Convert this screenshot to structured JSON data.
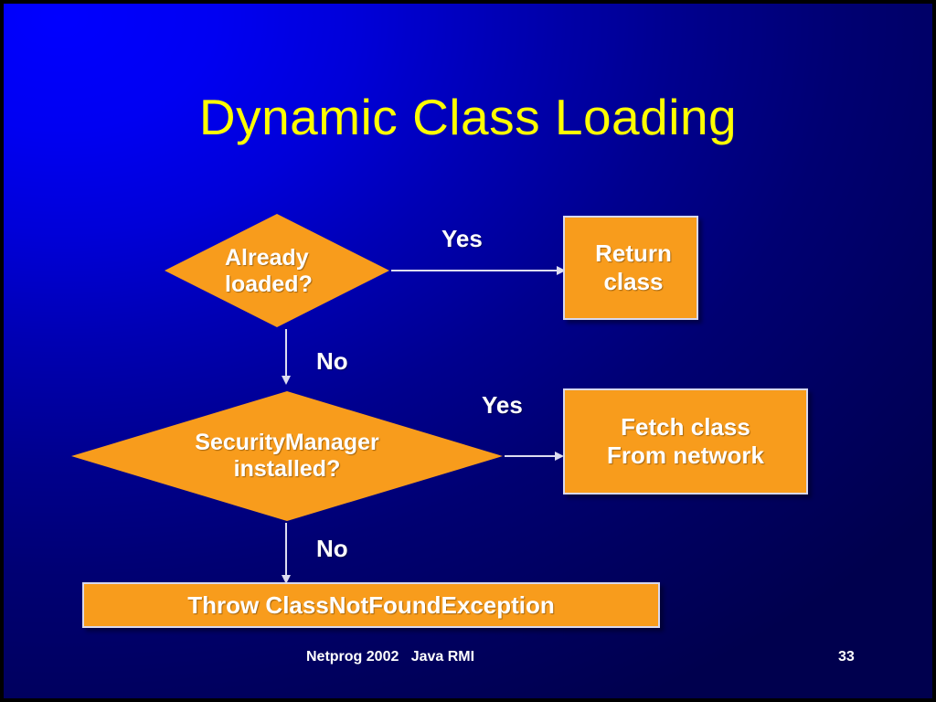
{
  "slide": {
    "title": "Dynamic Class Loading",
    "title_color": "#ffff00",
    "background_color_start": "#0000ff",
    "background_color_end": "#00004e",
    "shape_fill_color": "#f89c1c",
    "shape_text_color": "#ffffff",
    "connector_color": "#dcdcf0"
  },
  "flowchart": {
    "type": "decision-flow",
    "nodes": [
      {
        "id": "already-loaded",
        "shape": "diamond",
        "text": "Already\nloaded?"
      },
      {
        "id": "return-class",
        "shape": "rectangle",
        "text": "Return\nclass"
      },
      {
        "id": "security-manager",
        "shape": "diamond",
        "text": "SecurityManager\ninstalled?"
      },
      {
        "id": "fetch-class",
        "shape": "rectangle",
        "text": "Fetch class\nFrom network"
      },
      {
        "id": "throw-exception",
        "shape": "rectangle",
        "text": "Throw ClassNotFoundException"
      }
    ],
    "edges": [
      {
        "from": "already-loaded",
        "to": "return-class",
        "label": "Yes",
        "direction": "right"
      },
      {
        "from": "already-loaded",
        "to": "security-manager",
        "label": "No",
        "direction": "down"
      },
      {
        "from": "security-manager",
        "to": "fetch-class",
        "label": "Yes",
        "direction": "right"
      },
      {
        "from": "security-manager",
        "to": "throw-exception",
        "label": "No",
        "direction": "down"
      }
    ]
  },
  "footer": {
    "left_text": "Netprog 2002   Java RMI",
    "page_number": "33"
  }
}
